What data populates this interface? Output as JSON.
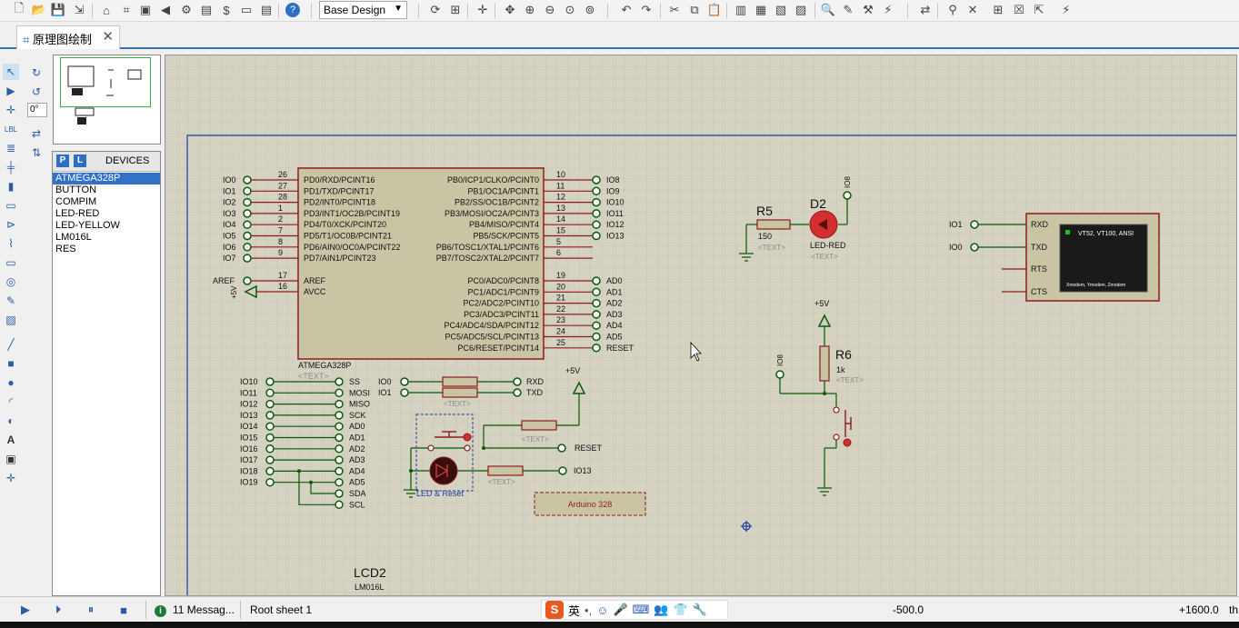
{
  "toolbar": {
    "layer_select": "Base Design"
  },
  "tab": {
    "title": "原理图绘制",
    "close": "✕"
  },
  "angle": "0°",
  "devices": {
    "p_label": "P",
    "l_label": "L",
    "title": "DEVICES",
    "items": [
      "ATMEGA328P",
      "BUTTON",
      "COMPIM",
      "LED-RED",
      "LED-YELLOW",
      "LM016L",
      "RES"
    ]
  },
  "schematic": {
    "u1": {
      "name": "ATMEGA328P",
      "text": "<TEXT>",
      "left_pins": [
        {
          "net": "IO0",
          "num": "26",
          "label": "PD0/RXD/PCINT16"
        },
        {
          "net": "IO1",
          "num": "27",
          "label": "PD1/TXD/PCINT17"
        },
        {
          "net": "IO2",
          "num": "28",
          "label": "PD2/INT0/PCINT18"
        },
        {
          "net": "IO3",
          "num": "1",
          "label": "PD3/INT1/OC2B/PCINT19"
        },
        {
          "net": "IO4",
          "num": "2",
          "label": "PD4/T0/XCK/PCINT20"
        },
        {
          "net": "IO5",
          "num": "7",
          "label": "PD5/T1/OC0B/PCINT21"
        },
        {
          "net": "IO6",
          "num": "8",
          "label": "PD6/AIN0/OC0A/PCINT22"
        },
        {
          "net": "IO7",
          "num": "9",
          "label": "PD7/AIN1/PCINT23"
        }
      ],
      "aref": {
        "net": "AREF",
        "num": "17",
        "label": "AREF"
      },
      "avcc": {
        "net": "+5V",
        "num": "16",
        "label": "AVCC"
      },
      "right_pins": [
        {
          "label": "PB0/ICP1/CLKO/PCINT0",
          "num": "10",
          "net": "IO8"
        },
        {
          "label": "PB1/OC1A/PCINT1",
          "num": "11",
          "net": "IO9"
        },
        {
          "label": "PB2/SS/OC1B/PCINT2",
          "num": "12",
          "net": "IO10"
        },
        {
          "label": "PB3/MOSI/OC2A/PCINT3",
          "num": "13",
          "net": "IO11"
        },
        {
          "label": "PB4/MISO/PCINT4",
          "num": "14",
          "net": "IO12"
        },
        {
          "label": "PB5/SCK/PCINT5",
          "num": "15",
          "net": "IO13"
        },
        {
          "label": "PB6/TOSC1/XTAL1/PCINT6",
          "num": "5",
          "net": ""
        },
        {
          "label": "PB7/TOSC2/XTAL2/PCINT7",
          "num": "6",
          "net": ""
        }
      ],
      "right_pins2": [
        {
          "label": "PC0/ADC0/PCINT8",
          "num": "19",
          "net": "AD0"
        },
        {
          "label": "PC1/ADC1/PCINT9",
          "num": "20",
          "net": "AD1"
        },
        {
          "label": "PC2/ADC2/PCINT10",
          "num": "21",
          "net": "AD2"
        },
        {
          "label": "PC3/ADC3/PCINT11",
          "num": "22",
          "net": "AD3"
        },
        {
          "label": "PC4/ADC4/SDA/PCINT12",
          "num": "23",
          "net": "AD4"
        },
        {
          "label": "PC5/ADC5/SCL/PCINT13",
          "num": "24",
          "net": "AD5"
        },
        {
          "label": "PC6/RESET/PCINT14",
          "num": "25",
          "net": "RESET"
        }
      ]
    },
    "bus_left": [
      "IO10",
      "IO11",
      "IO12",
      "IO13",
      "IO14",
      "IO15",
      "IO16",
      "IO17",
      "IO18",
      "IO19"
    ],
    "bus_right": [
      "SS",
      "MOSI",
      "MISO",
      "SCK",
      "AD0",
      "AD1",
      "AD2",
      "AD3",
      "AD4",
      "AD5",
      "SDA",
      "SCL"
    ],
    "serial": {
      "in": [
        "IO0",
        "IO1"
      ],
      "out": [
        "RXD",
        "TXD"
      ],
      "text": "<TEXT>"
    },
    "reset": {
      "vcc": "+5V",
      "text": "<TEXT>",
      "net": "RESET",
      "led_net": "IO13",
      "led_text": "<TEXT>",
      "group_label": "LED & Reset"
    },
    "arduino_label": "Arduino 328",
    "r5": {
      "name": "R5",
      "value": "150",
      "text": "<TEXT>"
    },
    "d2": {
      "name": "D2",
      "value": "LED-RED",
      "text": "<TEXT>",
      "net": "IO8"
    },
    "r6": {
      "name": "R6",
      "value": "1k",
      "text": "<TEXT>",
      "vcc": "+5V",
      "net": "IO8"
    },
    "terminal": {
      "pins": [
        "RXD",
        "TXD",
        "RTS",
        "CTS"
      ],
      "nets": [
        "IO1",
        "IO0"
      ],
      "screen_title": "VT52, VT100, ANSI",
      "screen_footer": "Xmodem, Ymodem, Zmodem"
    },
    "lcd": {
      "name": "LCD2",
      "value": "LM016L"
    }
  },
  "status": {
    "messages": "11 Messag...",
    "sheet": "Root sheet 1",
    "coord_x": "-500.0",
    "coord_y": "+1600.0",
    "th": "th"
  },
  "ime": {
    "logo": "S",
    "lang": "英"
  }
}
